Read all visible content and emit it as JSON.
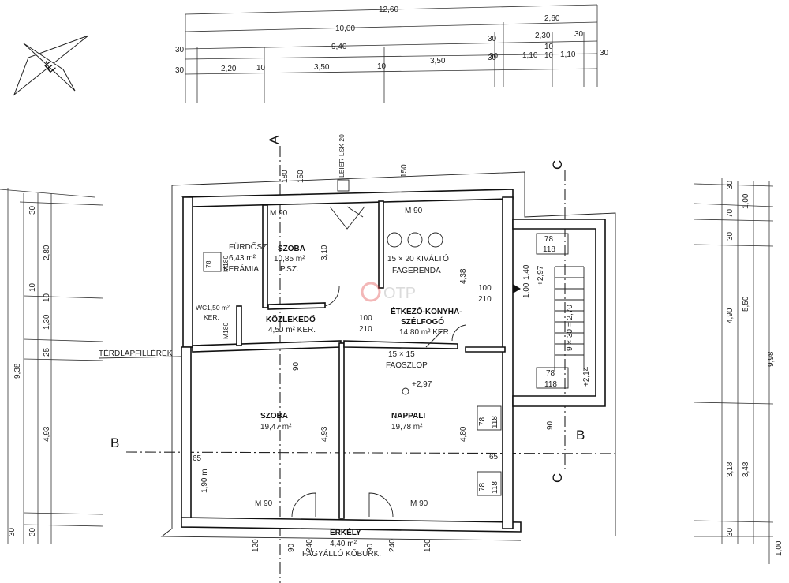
{
  "compass": {
    "label": "É"
  },
  "dims_top": {
    "row1": [
      "12,60"
    ],
    "row2": [
      "10,00",
      "2,60"
    ],
    "row3": [
      "30",
      "9,40",
      "30",
      "2,30",
      "30"
    ],
    "row4": [
      "30",
      "10",
      "1,10",
      "10",
      "1,10",
      "30"
    ],
    "row5": [
      "30",
      "2,20",
      "10",
      "3,50",
      "10",
      "3,50",
      "30"
    ]
  },
  "dims_left": [
    "9,38",
    "30",
    "2,80",
    "10",
    "1,30",
    "25",
    "10",
    "4,93",
    "30",
    "30"
  ],
  "dims_right": [
    "30",
    "70",
    "1,00",
    "30",
    "4,90",
    "5,50",
    "9,98",
    "3,18",
    "3,48",
    "30",
    "1,00"
  ],
  "sections": {
    "a": "A",
    "b_left": "B",
    "b_right": "B",
    "c_top": "C",
    "c_bottom": "C"
  },
  "rooms": {
    "furdo": {
      "name": "FÜRDŐSZ.",
      "area": "6,43 m²",
      "floor": "KERÁMIA"
    },
    "szoba1": {
      "name": "SZOBA",
      "area": "10,85 m²",
      "floor": "P.SZ."
    },
    "kozlekedo": {
      "name": "KÖZLEKEDŐ",
      "area": "4,50 m² KER."
    },
    "etkezo": {
      "name": "ÉTKEZŐ-KONYHA-",
      "name2": "SZÉLFOGÓ",
      "area": "14,80 m² KER."
    },
    "szoba2": {
      "name": "SZOBA",
      "area": "19,47 m²"
    },
    "nappali": {
      "name": "NAPPALI",
      "area": "19,78 m²"
    },
    "erkely": {
      "name": "ERKÉLY",
      "area": "4,40 m²",
      "floor": "FAGYÁLLÓ KŐBURK."
    },
    "wc": {
      "name": "WC",
      "area": "1,50 m²",
      "floor": "KER."
    }
  },
  "notes": {
    "leier": "LEIER LSK 20",
    "kivalto": "15 × 20 KIVÁLTÓ",
    "fagerenda": "FAGERENDA",
    "faoszlop_dim": "15 × 15",
    "faoszlop": "FAOSZLOP",
    "terdlap": "TÉRDLAPFILLÉREK",
    "level1": "+2,97",
    "level2": "+2,97",
    "level3": "+2,14",
    "stair": "9 × 30 = 2,70",
    "m90": "M 90",
    "m180": "M180",
    "door_w": "100",
    "door_h": "210"
  },
  "window_labels": {
    "w1": "78",
    "w1b": "118",
    "w2": "78",
    "w2b": "118",
    "w3": "78",
    "w3b": "118"
  },
  "misc_dims": {
    "d_4_38": "4,38",
    "d_3_10": "3,10",
    "d_1_40": "1,40",
    "d_1_00": "1,00",
    "d_4_93": "4,93",
    "d_4_80": "4,80",
    "d_1_90": "1,90 m",
    "d_65": "65",
    "d_90": "90",
    "d_120": "120",
    "d_240": "240",
    "d_150": "150",
    "d_180": "180"
  },
  "watermark": "OTP"
}
